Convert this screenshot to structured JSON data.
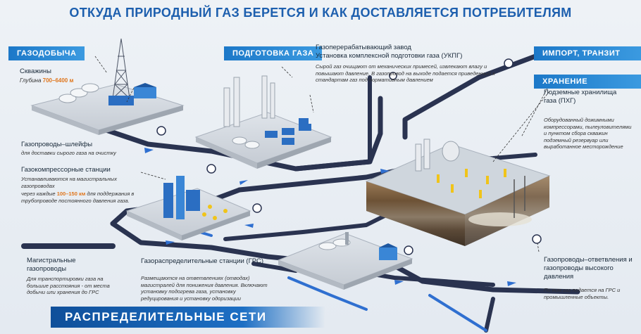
{
  "title": "ОТКУДА ПРИРОДНЫЙ ГАЗ БЕРЕТСЯ И КАК ДОСТАВЛЯЕТСЯ  ПОТРЕБИТЕЛЯМ",
  "tags": {
    "production": "ГАЗОДОБЫЧА",
    "preparation": "ПОДГОТОВКА ГАЗА",
    "import": "ИМПОРТ, ТРАНЗИТ",
    "storage": "ХРАНЕНИЕ",
    "distribution": "РАСПРЕДЕЛИТЕЛЬНЫЕ СЕТИ"
  },
  "wells": {
    "title": "Скважины",
    "depth_label": "Глубина",
    "depth_value": "700–6400 м"
  },
  "plant": {
    "line1": "Газоперерабатывающий завод",
    "line2": "Установка комплексной подготовки газа (УКПГ)",
    "note": "Сырой газ очищают от механических примесей, извлекают влагу и повышают давление. В газопровод на выходе подается приведенный к стандартам газ под нормативным давлением"
  },
  "flowlines": {
    "title": "Газопроводы–шлейфы",
    "note": "для доставки сырого газа на очистку"
  },
  "compressor": {
    "title": "Газокомпрессорные станции",
    "note1": "Устанавливаются на магистральных газопроводах",
    "note2_pre": "через каждые",
    "note2_value": "100–150 км",
    "note2_post": "для поддержания в трубопроводе постоянного давления газа."
  },
  "storage_info": {
    "title": "Подземные хранилища газа (ПХГ)",
    "note": "Оборудованный дожимными компрессорами, пылеуловителями и пунктом сбора скважин подземный резервуар или выработанное месторождение"
  },
  "mainline": {
    "title": "Магистральные газопроводы",
    "note": "Для транспортировки газа на большие расстояния - от места добычи или хранения до ГРС"
  },
  "grs": {
    "title": "Газораспределительные станции (ГРС)",
    "note": "Размещаются на ответвлениях (отводах) магистралей для понижения давления. Включают установку подогрева газа, установку редуцирования и установку одоризации"
  },
  "branches": {
    "title": "Газопроводы–ответвления и газопроводы высокого давления",
    "note": "По ним газ подается на ГРС и промышленные объекты."
  },
  "colors": {
    "accent": "#1c78c8",
    "highlight": "#e0761c",
    "pipe": "#2f3a55",
    "title": "#1d5fae"
  }
}
